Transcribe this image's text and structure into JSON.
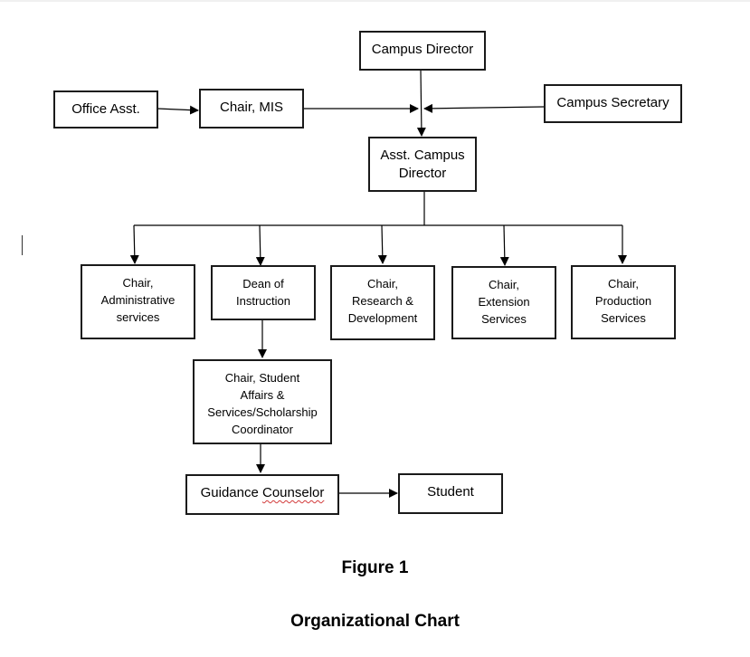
{
  "nodes": {
    "campus_director": "Campus Director",
    "office_asst": "Office Asst.",
    "chair_mis": "Chair, MIS",
    "campus_secretary": "Campus Secretary",
    "asst_campus_director": "Asst. Campus\nDirector",
    "chair_admin": "Chair,\nAdministrative\nservices",
    "dean_instruction": "Dean of\nInstruction",
    "chair_research": "Chair,\nResearch &\nDevelopment",
    "chair_extension": "Chair,\nExtension\nServices",
    "chair_production": "Chair,\nProduction\nServices",
    "chair_student_affairs": "Chair, Student\nAffairs &\nServices/Scholarship\nCoordinator",
    "guidance_prefix": "Guidance ",
    "guidance_word": "Counselor",
    "student": "Student"
  },
  "caption": {
    "figure": "Figure 1",
    "title": "Organizational Chart"
  }
}
